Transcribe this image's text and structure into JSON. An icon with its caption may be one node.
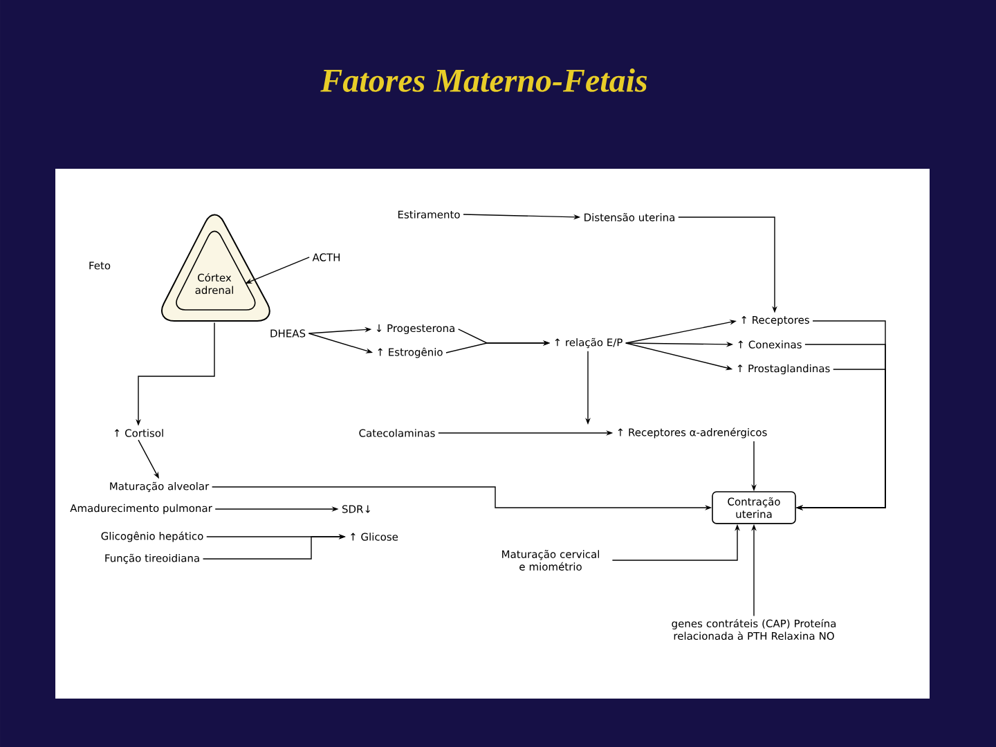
{
  "diagram": {
    "title": "Fatores Materno-Fetais",
    "nodes": [
      {
        "text": [
          "Córtex adrenal"
        ]
      },
      {
        "text": [
          "ACTH"
        ]
      },
      {
        "text": [
          "DHEAS"
        ]
      },
      {
        "text": [
          "↓ Progesterona"
        ]
      },
      {
        "text": [
          "↑ Estrogênio"
        ]
      },
      {
        "text": [
          "↑ relação E/P"
        ]
      },
      {
        "text": [
          "↑ Receptores"
        ]
      },
      {
        "text": [
          "↑ Conexinas"
        ]
      },
      {
        "text": [
          "↑ Prostaglandinas"
        ]
      },
      {
        "text": [
          "Estiramento"
        ]
      },
      {
        "text": [
          "Distensão uterina"
        ]
      },
      {
        "text": [
          "↑ Cortisol"
        ]
      },
      {
        "text": [
          "Catecolaminas"
        ]
      },
      {
        "text": [
          "↑ Receptores α-adrenérgicos"
        ]
      },
      {
        "text": [
          "Contração uterina"
        ]
      },
      {
        "text": [
          "Maturação alveolar"
        ]
      },
      {
        "text": [
          "Amadurecimento pulmonar"
        ]
      },
      {
        "text": [
          "SDR↓"
        ]
      },
      {
        "text": [
          "Glicogênio hepático"
        ]
      },
      {
        "text": [
          "Função tireoidiana"
        ]
      },
      {
        "text": [
          "↑ Glicose"
        ]
      },
      {
        "text": [
          "Maturação cervical e miométrio"
        ]
      },
      {
        "text": [
          "genes contráteis (CAP) Proteína relacionada à PTH Relaxina NO"
        ]
      }
    ],
    "edges": [
      {
        "from": 9,
        "to": 10,
        "arrow": "to"
      },
      {
        "from": 10,
        "to": 6,
        "arrow": "to"
      },
      {
        "from": 1,
        "to": 0,
        "arrow": "to"
      },
      {
        "from": 0,
        "to": 11,
        "arrow": "to"
      },
      {
        "from": 2,
        "to": 3,
        "arrow": "to"
      },
      {
        "from": 2,
        "to": 4,
        "arrow": "to"
      },
      {
        "from": 3,
        "to": 5,
        "arrow": "to"
      },
      {
        "from": 4,
        "to": 5,
        "arrow": "to"
      },
      {
        "from": 5,
        "to": 6,
        "arrow": "to"
      },
      {
        "from": 5,
        "to": 7,
        "arrow": "to"
      },
      {
        "from": 5,
        "to": 8,
        "arrow": "to"
      },
      {
        "from": 5,
        "to": 13,
        "arrow": "to"
      },
      {
        "from": 12,
        "to": 13,
        "arrow": "to"
      },
      {
        "from": 13,
        "to": 14,
        "arrow": "to"
      },
      {
        "from": 6,
        "to": 14,
        "arrow": "to"
      },
      {
        "from": 7,
        "to": 14,
        "arrow": "to"
      },
      {
        "from": 8,
        "to": 14,
        "arrow": "to"
      },
      {
        "from": 11,
        "to": 15,
        "arrow": "to"
      },
      {
        "from": 15,
        "to": 14,
        "arrow": "to"
      },
      {
        "from": 16,
        "to": 17,
        "arrow": "to"
      },
      {
        "from": 18,
        "to": 20,
        "arrow": "to"
      },
      {
        "from": 19,
        "to": 20,
        "arrow": "to"
      },
      {
        "from": 21,
        "to": 14,
        "arrow": "to"
      },
      {
        "from": 22,
        "to": 14,
        "arrow": "to"
      }
    ],
    "labels": [
      "Feto"
    ]
  }
}
